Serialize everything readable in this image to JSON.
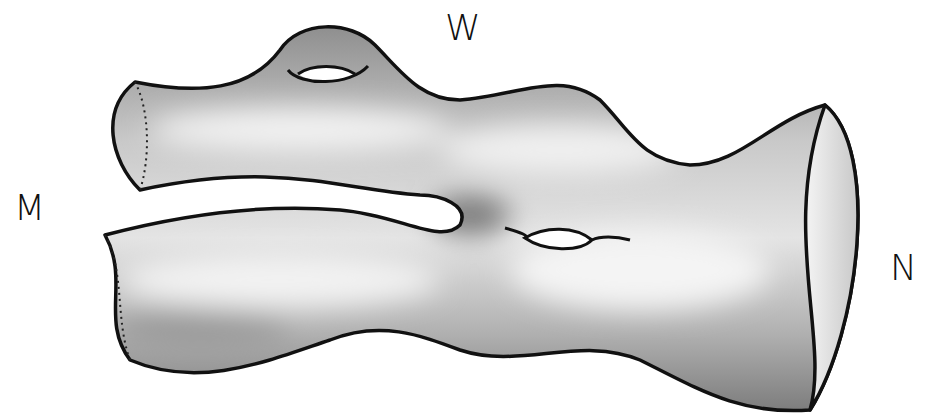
{
  "diagram": {
    "labels": [
      "W",
      "M",
      "N"
    ]
  }
}
